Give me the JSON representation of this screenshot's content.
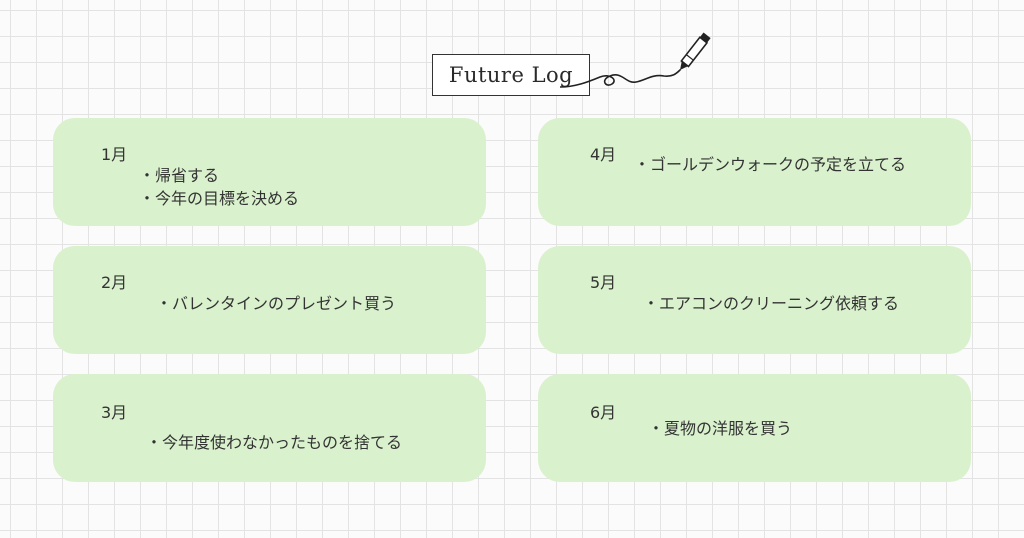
{
  "title": "Future Log",
  "months": [
    {
      "month": "1月",
      "items": [
        "・帰省する",
        "・今年の目標を決める"
      ]
    },
    {
      "month": "2月",
      "items": [
        "・バレンタインのプレゼント買う"
      ]
    },
    {
      "month": "3月",
      "items": [
        "・今年度使わなかったものを捨てる"
      ]
    },
    {
      "month": "4月",
      "items": [
        "・ゴールデンウォークの予定を立てる"
      ]
    },
    {
      "month": "5月",
      "items": [
        "・エアコンのクリーニング依頼する"
      ]
    },
    {
      "month": "6月",
      "items": [
        "・夏物の洋服を買う"
      ]
    }
  ],
  "colors": {
    "card": "#d9f1cd",
    "grid": "#e3e3e3",
    "text": "#333333"
  },
  "icons": [
    "pen-icon"
  ]
}
